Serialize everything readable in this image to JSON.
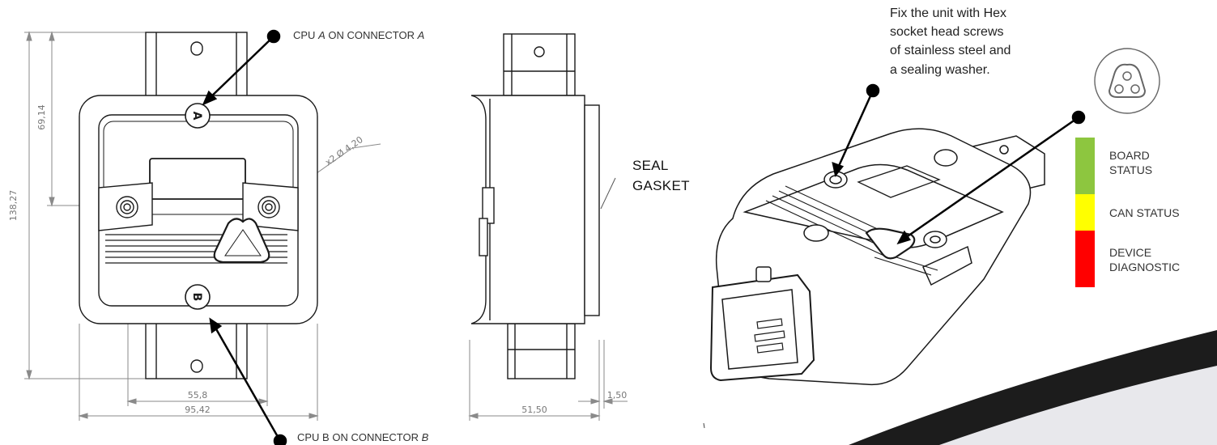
{
  "callouts": {
    "cpu_a": {
      "prefix": "CPU ",
      "letter": "A",
      "middle": " ON CONNECTOR ",
      "connector": "A"
    },
    "cpu_b": {
      "prefix": "CPU B ON CONNECTOR ",
      "connector": "B"
    },
    "seal_line1": "SEAL",
    "seal_line2": "GASKET",
    "fix_note": "Fix the unit with Hex socket head screws of stainless steel and a sealing washer."
  },
  "front_view": {
    "connector_a_label": "A",
    "connector_b_label": "B"
  },
  "dimensions": {
    "total_height": "138,27",
    "half_height": "69,14",
    "hole_spec": "x2 Ø 4,20",
    "hole_spacing": "55,8",
    "total_width": "95,42",
    "side_depth": "51,50",
    "gasket_thickness": "1,50"
  },
  "led_legend": [
    {
      "label_line1": "BOARD",
      "label_line2": "STATUS",
      "color": "#8DC63F"
    },
    {
      "label_line1": "CAN STATUS",
      "label_line2": "",
      "color": "#FFFF00"
    },
    {
      "label_line1": "DEVICE",
      "label_line2": "DIAGNOSTIC",
      "color": "#FF0000"
    }
  ],
  "colors": {
    "drawing_line": "#1a1a1a",
    "dimension_line": "#8a8a8a",
    "banner": "#1c1c1c"
  }
}
